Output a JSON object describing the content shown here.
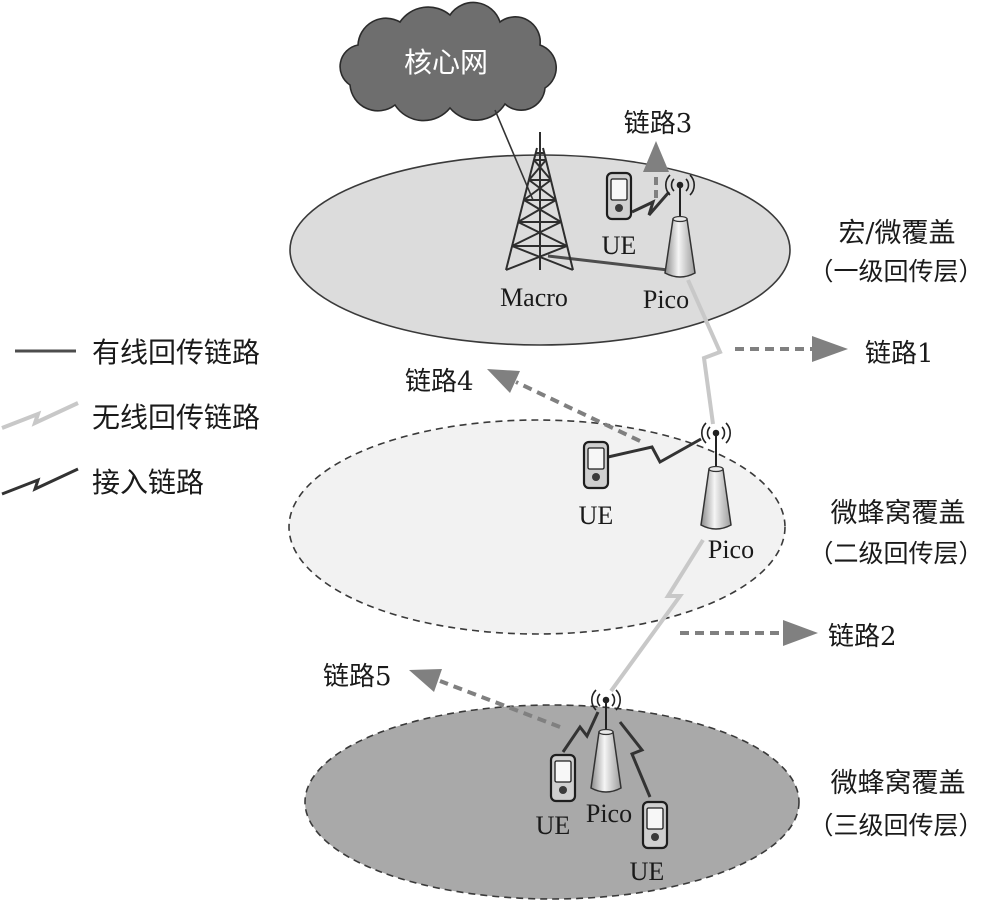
{
  "core_network": {
    "label": "核心网"
  },
  "layers": [
    {
      "title": "宏/微覆盖",
      "subtitle": "（一级回传层）"
    },
    {
      "title": "微蜂窝覆盖",
      "subtitle": "（二级回传层）"
    },
    {
      "title": "微蜂窝覆盖",
      "subtitle": "（三级回传层）"
    }
  ],
  "nodes": {
    "macro": "Macro",
    "layer1_pico": "Pico",
    "layer1_ue": "UE",
    "layer2_pico": "Pico",
    "layer2_ue": "UE",
    "layer3_pico": "Pico",
    "layer3_ue_left": "UE",
    "layer3_ue_right": "UE"
  },
  "links": {
    "link1": "链路1",
    "link2": "链路2",
    "link3": "链路3",
    "link4": "链路4",
    "link5": "链路5"
  },
  "legend": [
    {
      "label": "有线回传链路",
      "icon": "wired-backhaul-line-icon"
    },
    {
      "label": "无线回传链路",
      "icon": "wireless-backhaul-zigzag-icon"
    },
    {
      "label": "接入链路",
      "icon": "access-link-zigzag-icon"
    }
  ],
  "icons": {
    "cloud": "cloud-icon",
    "macro": "lattice-tower-icon",
    "pico": "pico-base-station-icon",
    "antenna": "antenna-signal-icon",
    "ue": "mobile-phone-icon"
  },
  "colors": {
    "cloud_fill": "#6e6e6e",
    "cloud_text": "#ffffff",
    "layer1_fill": "#dcdcdc",
    "layer2_fill": "#f2f2f2",
    "layer3_fill": "#a9a9a9",
    "wired_link": "#4d4d4d",
    "wireless_link": "#c8c8c8",
    "access_link": "#333333",
    "arrow": "#808080"
  }
}
